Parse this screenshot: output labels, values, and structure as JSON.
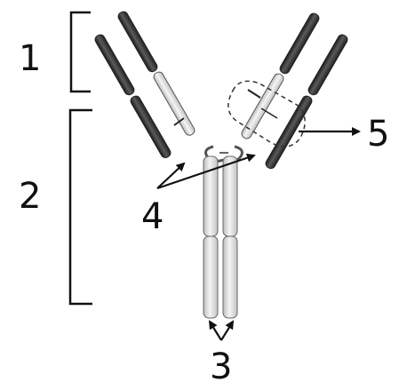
{
  "labels": {
    "region_1": "1",
    "region_2": "2",
    "arrow_3": "3",
    "arrow_4": "4",
    "arrow_5": "5"
  },
  "colors": {
    "dark_segment": "#3a3a3a",
    "light_segment": "#d9d9d9",
    "outline": "#2a2a2a",
    "text": "#111111"
  }
}
